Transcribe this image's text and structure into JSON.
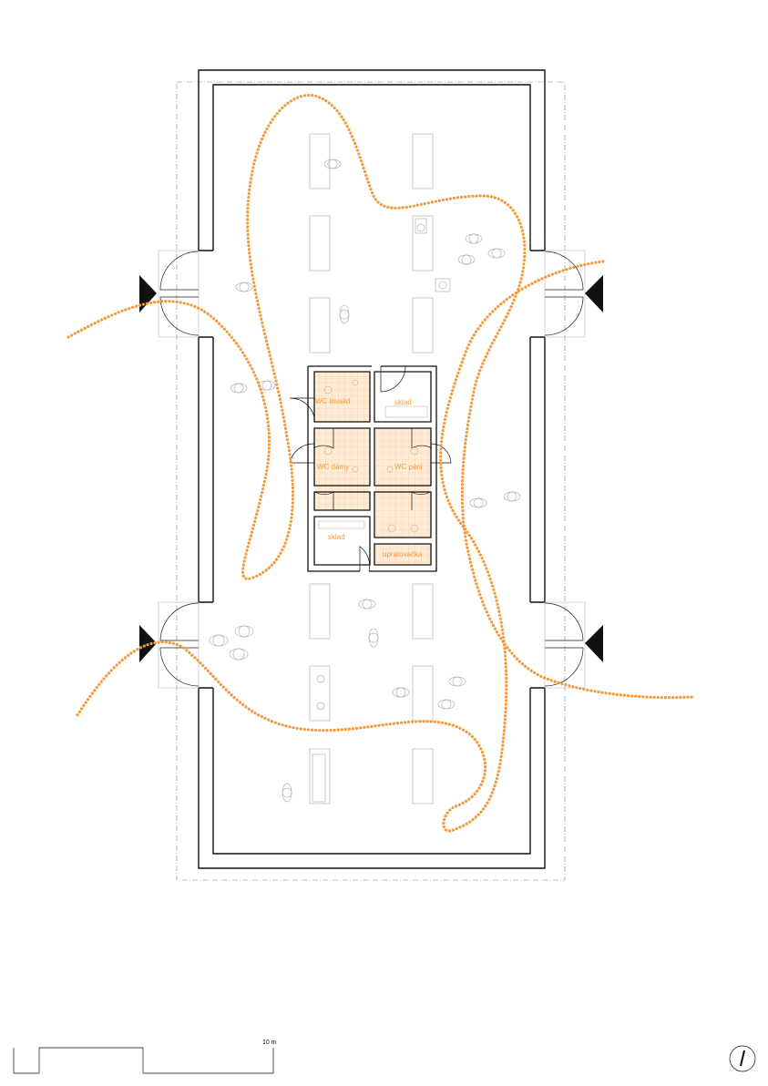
{
  "rooms": {
    "wc_invalid": "WC invalid",
    "sklad_top": "sklad",
    "wc_damy": "WC dámy",
    "wc_pani": "WC páni",
    "sklad_bottom": "sklad",
    "upratovacka": "upratovačka"
  },
  "scale_bar": {
    "label": "10 m"
  },
  "entrances": [
    "left-upper",
    "right-upper",
    "left-lower",
    "right-lower"
  ],
  "colors": {
    "walls": "#111111",
    "circulation_path": "#f39a3c",
    "room_fill": "#fde9d2",
    "furniture": "#b0b0b0"
  },
  "icons": [
    "entrance-arrow-icon",
    "north-arrow-icon"
  ]
}
